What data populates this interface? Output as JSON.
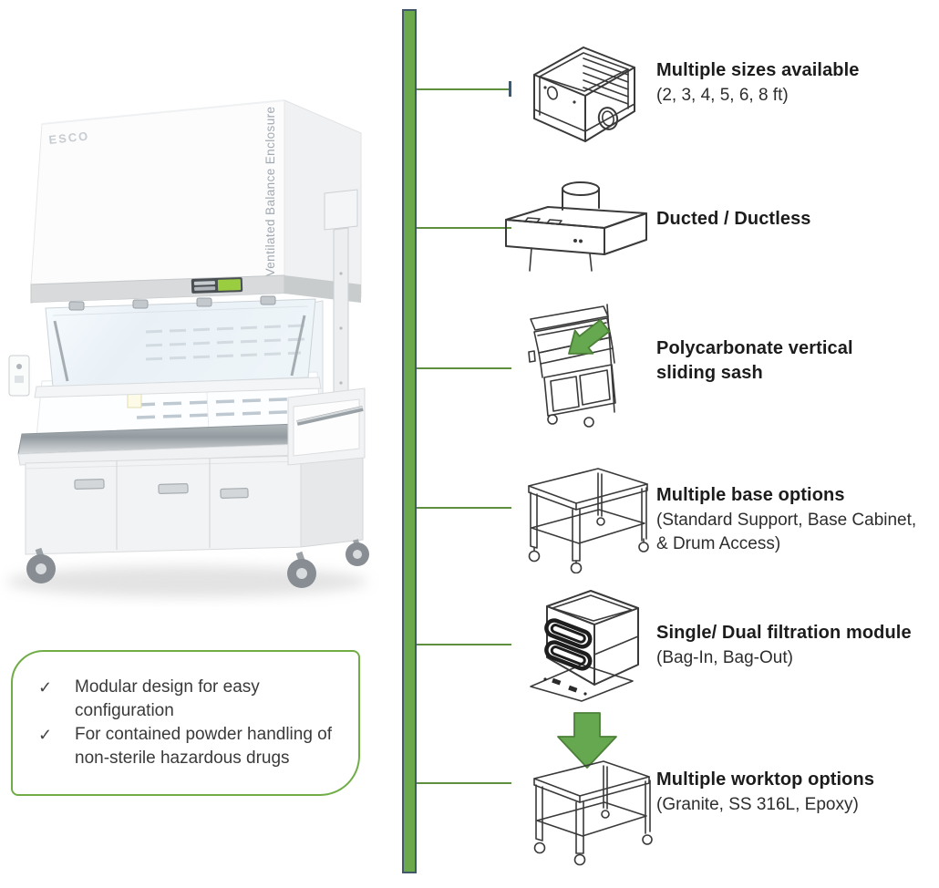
{
  "product": {
    "brand": "ESCO",
    "side_label": "Ventilated Balance Enclosure"
  },
  "callout": {
    "bullet": "✓",
    "items": [
      {
        "text": "Modular design for easy configuration"
      },
      {
        "text": "For contained powder handling of non-sterile hazardous drugs"
      }
    ]
  },
  "features": [
    {
      "icon": "multiple-sizes-icon",
      "title": "Multiple sizes available",
      "subtitle": "(2, 3, 4, 5, 6, 8 ft)"
    },
    {
      "icon": "ducted-ductless-icon",
      "title": "Ducted / Ductless",
      "subtitle": ""
    },
    {
      "icon": "sliding-sash-icon",
      "title": "Polycarbonate vertical sliding sash",
      "subtitle": ""
    },
    {
      "icon": "base-options-icon",
      "title": "Multiple base options",
      "subtitle": "(Standard Support, Base Cabinet, & Drum Access)"
    },
    {
      "icon": "filtration-module-icon",
      "title": "Single/ Dual filtration module",
      "subtitle": "(Bag-In, Bag-Out)"
    },
    {
      "icon": "worktop-options-icon",
      "title": "Multiple worktop options",
      "subtitle": "(Granite, SS 316L, Epoxy)"
    }
  ],
  "colors": {
    "bar_fill": "#6CA94C",
    "bar_border": "#41586A",
    "connector_line": "#5E8F3E",
    "callout_border": "#70AD47",
    "arrow_green": "#66A84F",
    "line_art": "#3a3a3a",
    "title_text": "#1c1c1c",
    "body_text": "#2d2d2d"
  }
}
